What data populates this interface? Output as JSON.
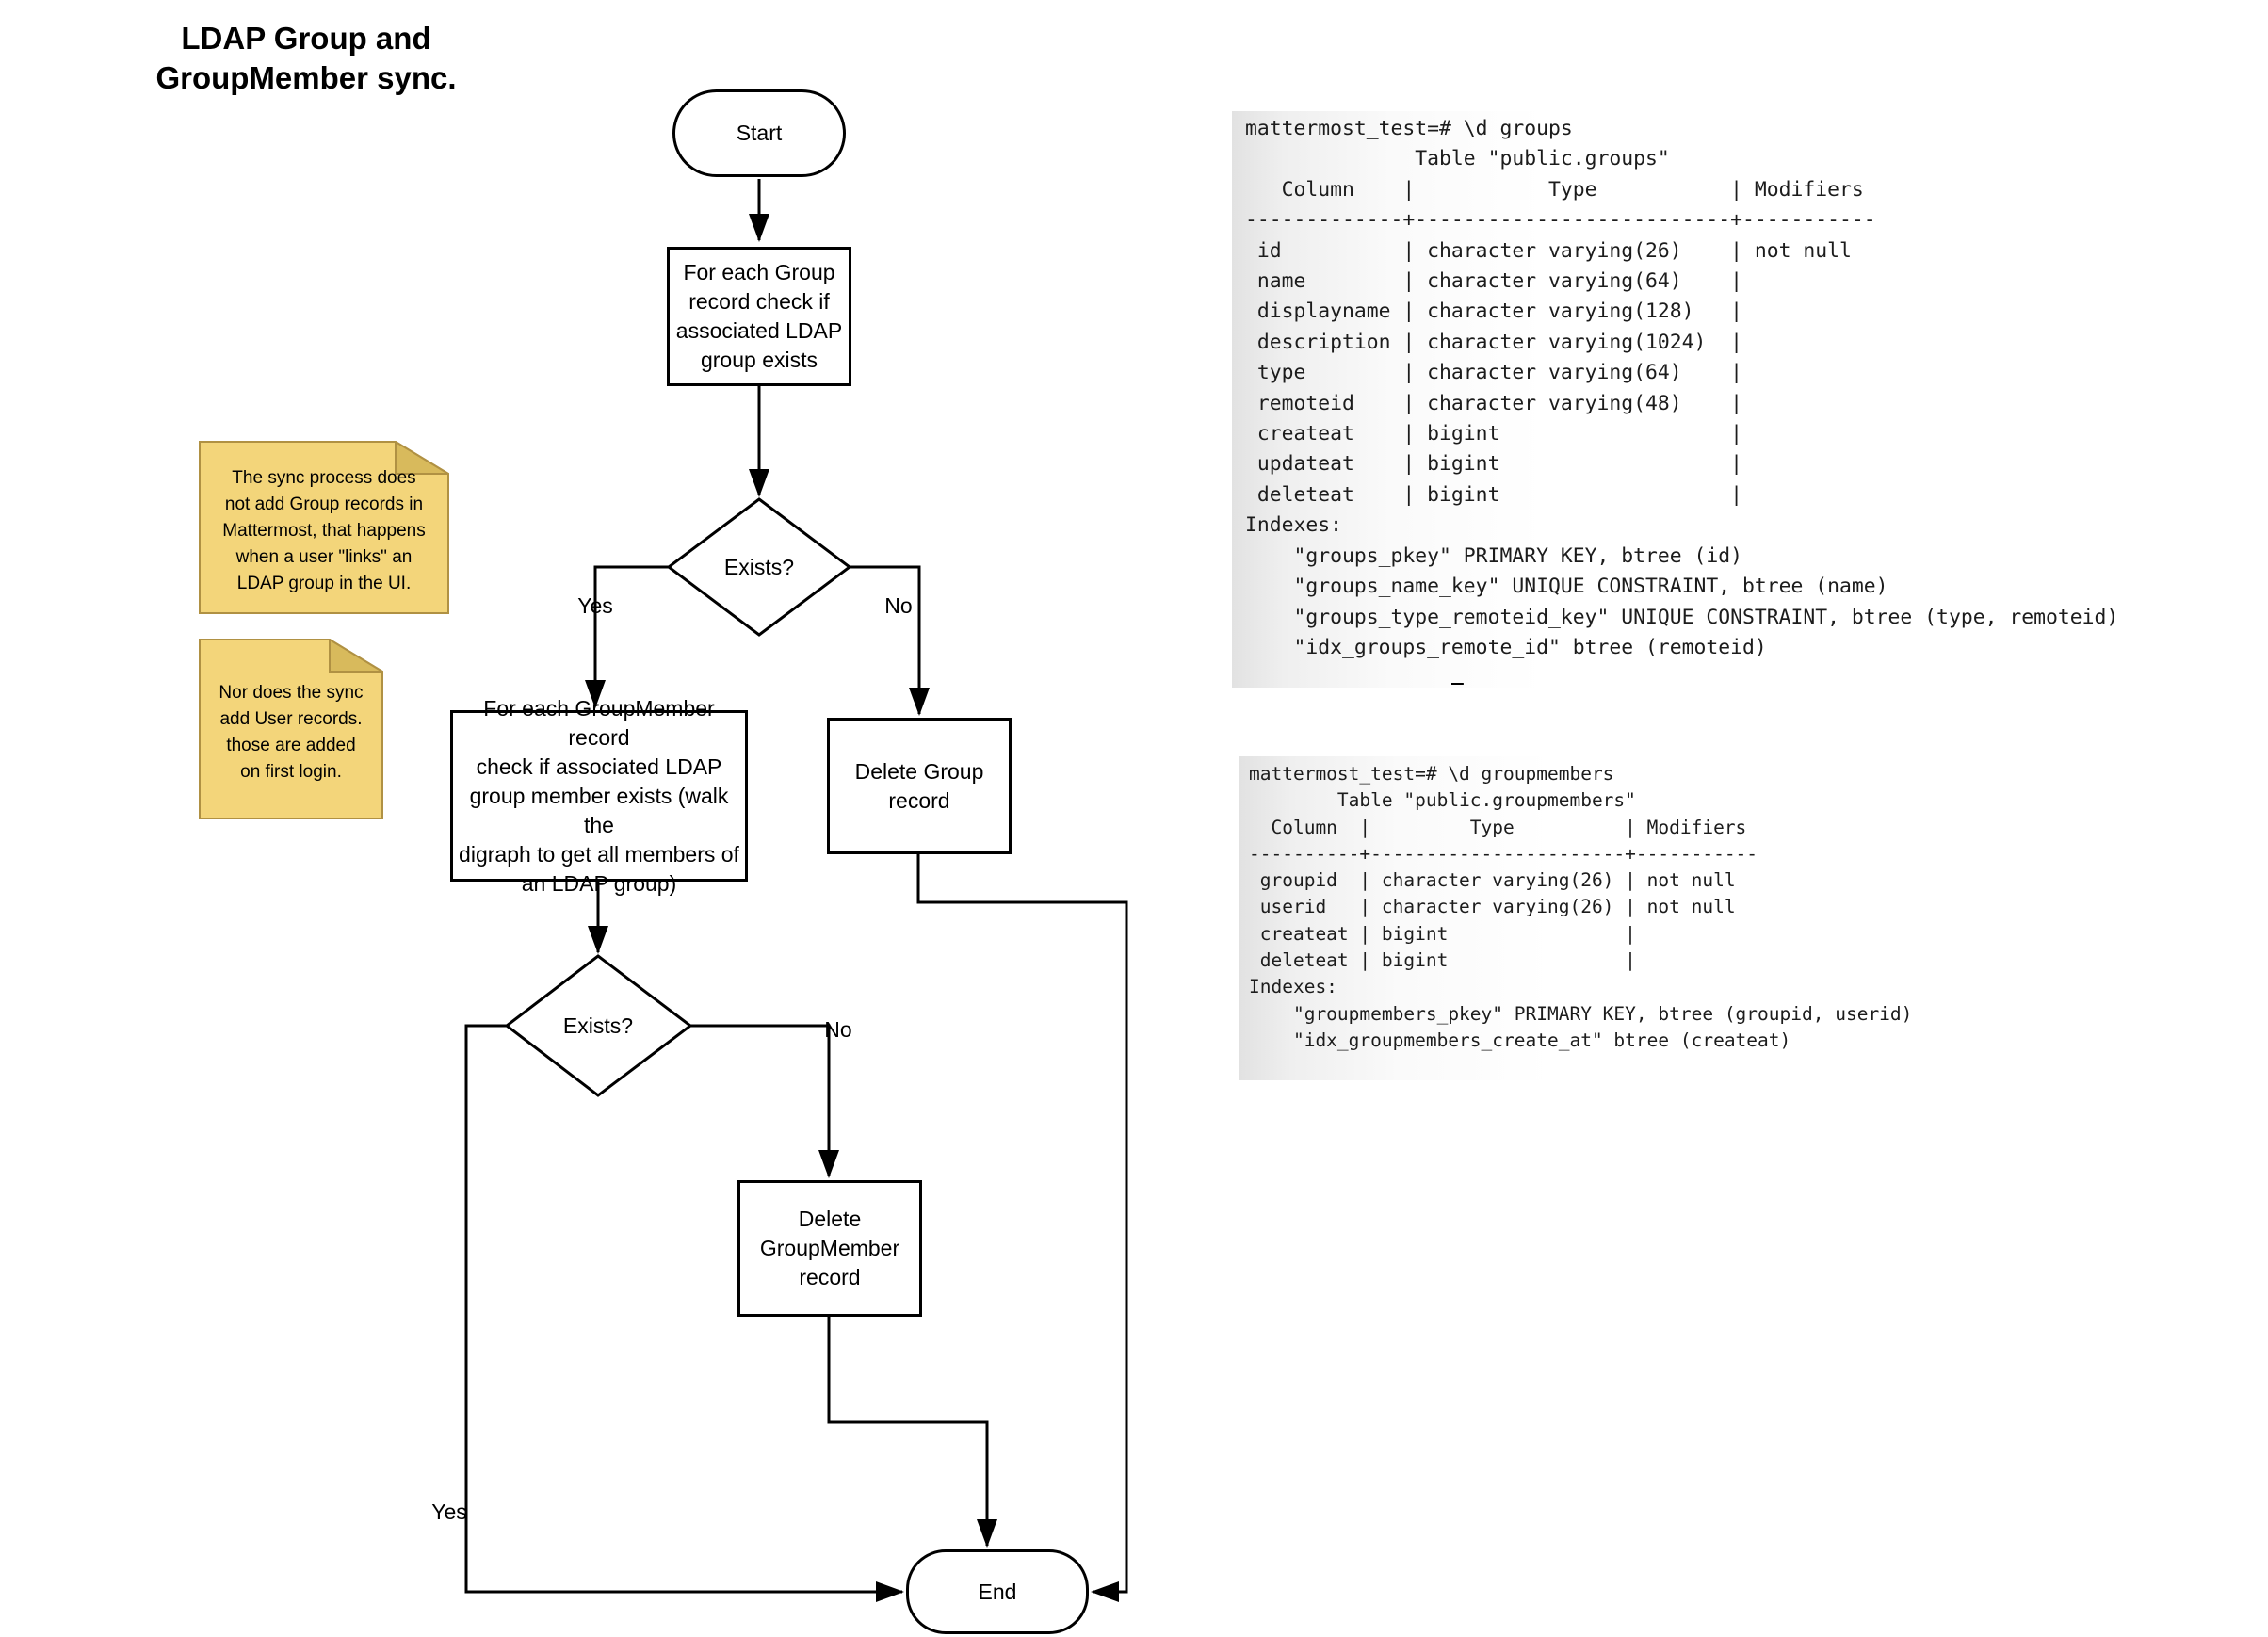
{
  "title": "LDAP Group and\nGroupMember sync.",
  "flowchart": {
    "start_label": "Start",
    "check_group_label": "For each Group\nrecord check if\nassociated LDAP\ngroup exists",
    "exists1_label": "Exists?",
    "exists1_yes": "Yes",
    "exists1_no": "No",
    "check_member_label": "For each GroupMember record\ncheck if associated LDAP\ngroup member exists (walk the\ndigraph to get all members of\nan LDAP group)",
    "delete_group_label": "Delete Group\nrecord",
    "exists2_label": "Exists?",
    "exists2_yes": "Yes",
    "exists2_no": "No",
    "delete_member_label": "Delete\nGroupMember\nrecord",
    "end_label": "End"
  },
  "notes": [
    {
      "text": "The sync process does\nnot add Group records in\nMattermost, that happens\nwhen a user \"links\" an\nLDAP group in the UI."
    },
    {
      "text": "Nor does the sync\nadd User records.\nthose are added\non first login."
    }
  ],
  "terminals": [
    {
      "lines": [
        "mattermost_test=# \\d groups",
        "              Table \"public.groups\"",
        "   Column    |           Type           | Modifiers ",
        "-------------+--------------------------+-----------",
        " id          | character varying(26)    | not null",
        " name        | character varying(64)    | ",
        " displayname | character varying(128)   | ",
        " description | character varying(1024)  | ",
        " type        | character varying(64)    | ",
        " remoteid    | character varying(48)    | ",
        " createat    | bigint                   | ",
        " updateat    | bigint                   | ",
        " deleteat    | bigint                   | ",
        "Indexes:",
        "    \"groups_pkey\" PRIMARY KEY, btree (id)",
        "    \"groups_name_key\" UNIQUE CONSTRAINT, btree (name)",
        "    \"groups_type_remoteid_key\" UNIQUE CONSTRAINT, btree (type, remoteid)",
        "    \"idx_groups_remote_id\" btree (remoteid)"
      ],
      "cursor": "_"
    },
    {
      "lines": [
        "mattermost_test=# \\d groupmembers",
        "        Table \"public.groupmembers\"",
        "  Column  |         Type          | Modifiers ",
        "----------+-----------------------+-----------",
        " groupid  | character varying(26) | not null",
        " userid   | character varying(26) | not null",
        " createat | bigint                | ",
        " deleteat | bigint                | ",
        "Indexes:",
        "    \"groupmembers_pkey\" PRIMARY KEY, btree (groupid, userid)",
        "    \"idx_groupmembers_create_at\" btree (createat)"
      ]
    }
  ],
  "colors": {
    "line": "#000000",
    "note_fill": "#f3d57a",
    "note_fold": "#d8ba5c",
    "note_border": "#b09143",
    "terminal_text": "#1c1c1c",
    "terminal_fade_left": "#e2e2e2"
  }
}
